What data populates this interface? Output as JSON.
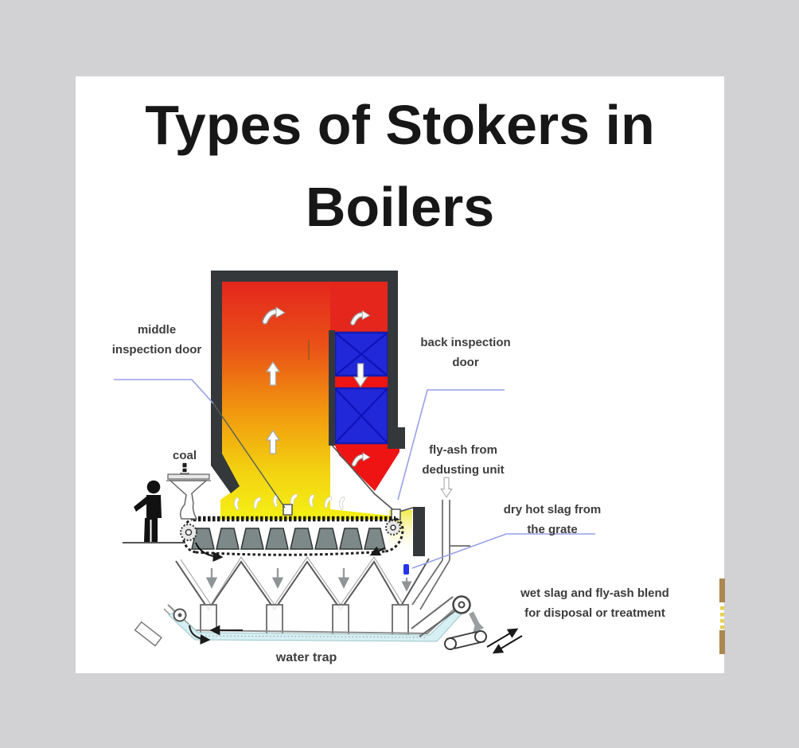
{
  "title": "Types of Stokers in Boilers",
  "diagram_labels": {
    "middle_inspection_door": "middle inspection door",
    "coal": "coal",
    "back_inspection_door": "back inspection door",
    "fly_ash_from_dedusting_unit": "fly-ash from dedusting unit",
    "dry_hot_slag_from_the_grate": "dry hot slag from the grate",
    "wet_slag_blend": "wet slag and fly-ash blend for disposal or treatment",
    "water_trap": "water trap"
  },
  "colors": {
    "page_background": "#d2d2d4",
    "card_background": "#ffffff",
    "title_text": "#171717",
    "label_text": "#3d3d3d",
    "furnace_hot_top": "#e4261d",
    "furnace_mid_orange": "#f1980e",
    "furnace_bottom_yellow": "#f4f115",
    "rear_pass_red": "#ee1413",
    "heat_exchanger_blue": "#2028d9",
    "boiler_wall_dark": "#35383b",
    "grate_gray": "#7d8989",
    "water_cyan": "#d6eff3",
    "leader_line_blue": "#98a0e8",
    "accent_gold": "#ab8751"
  }
}
